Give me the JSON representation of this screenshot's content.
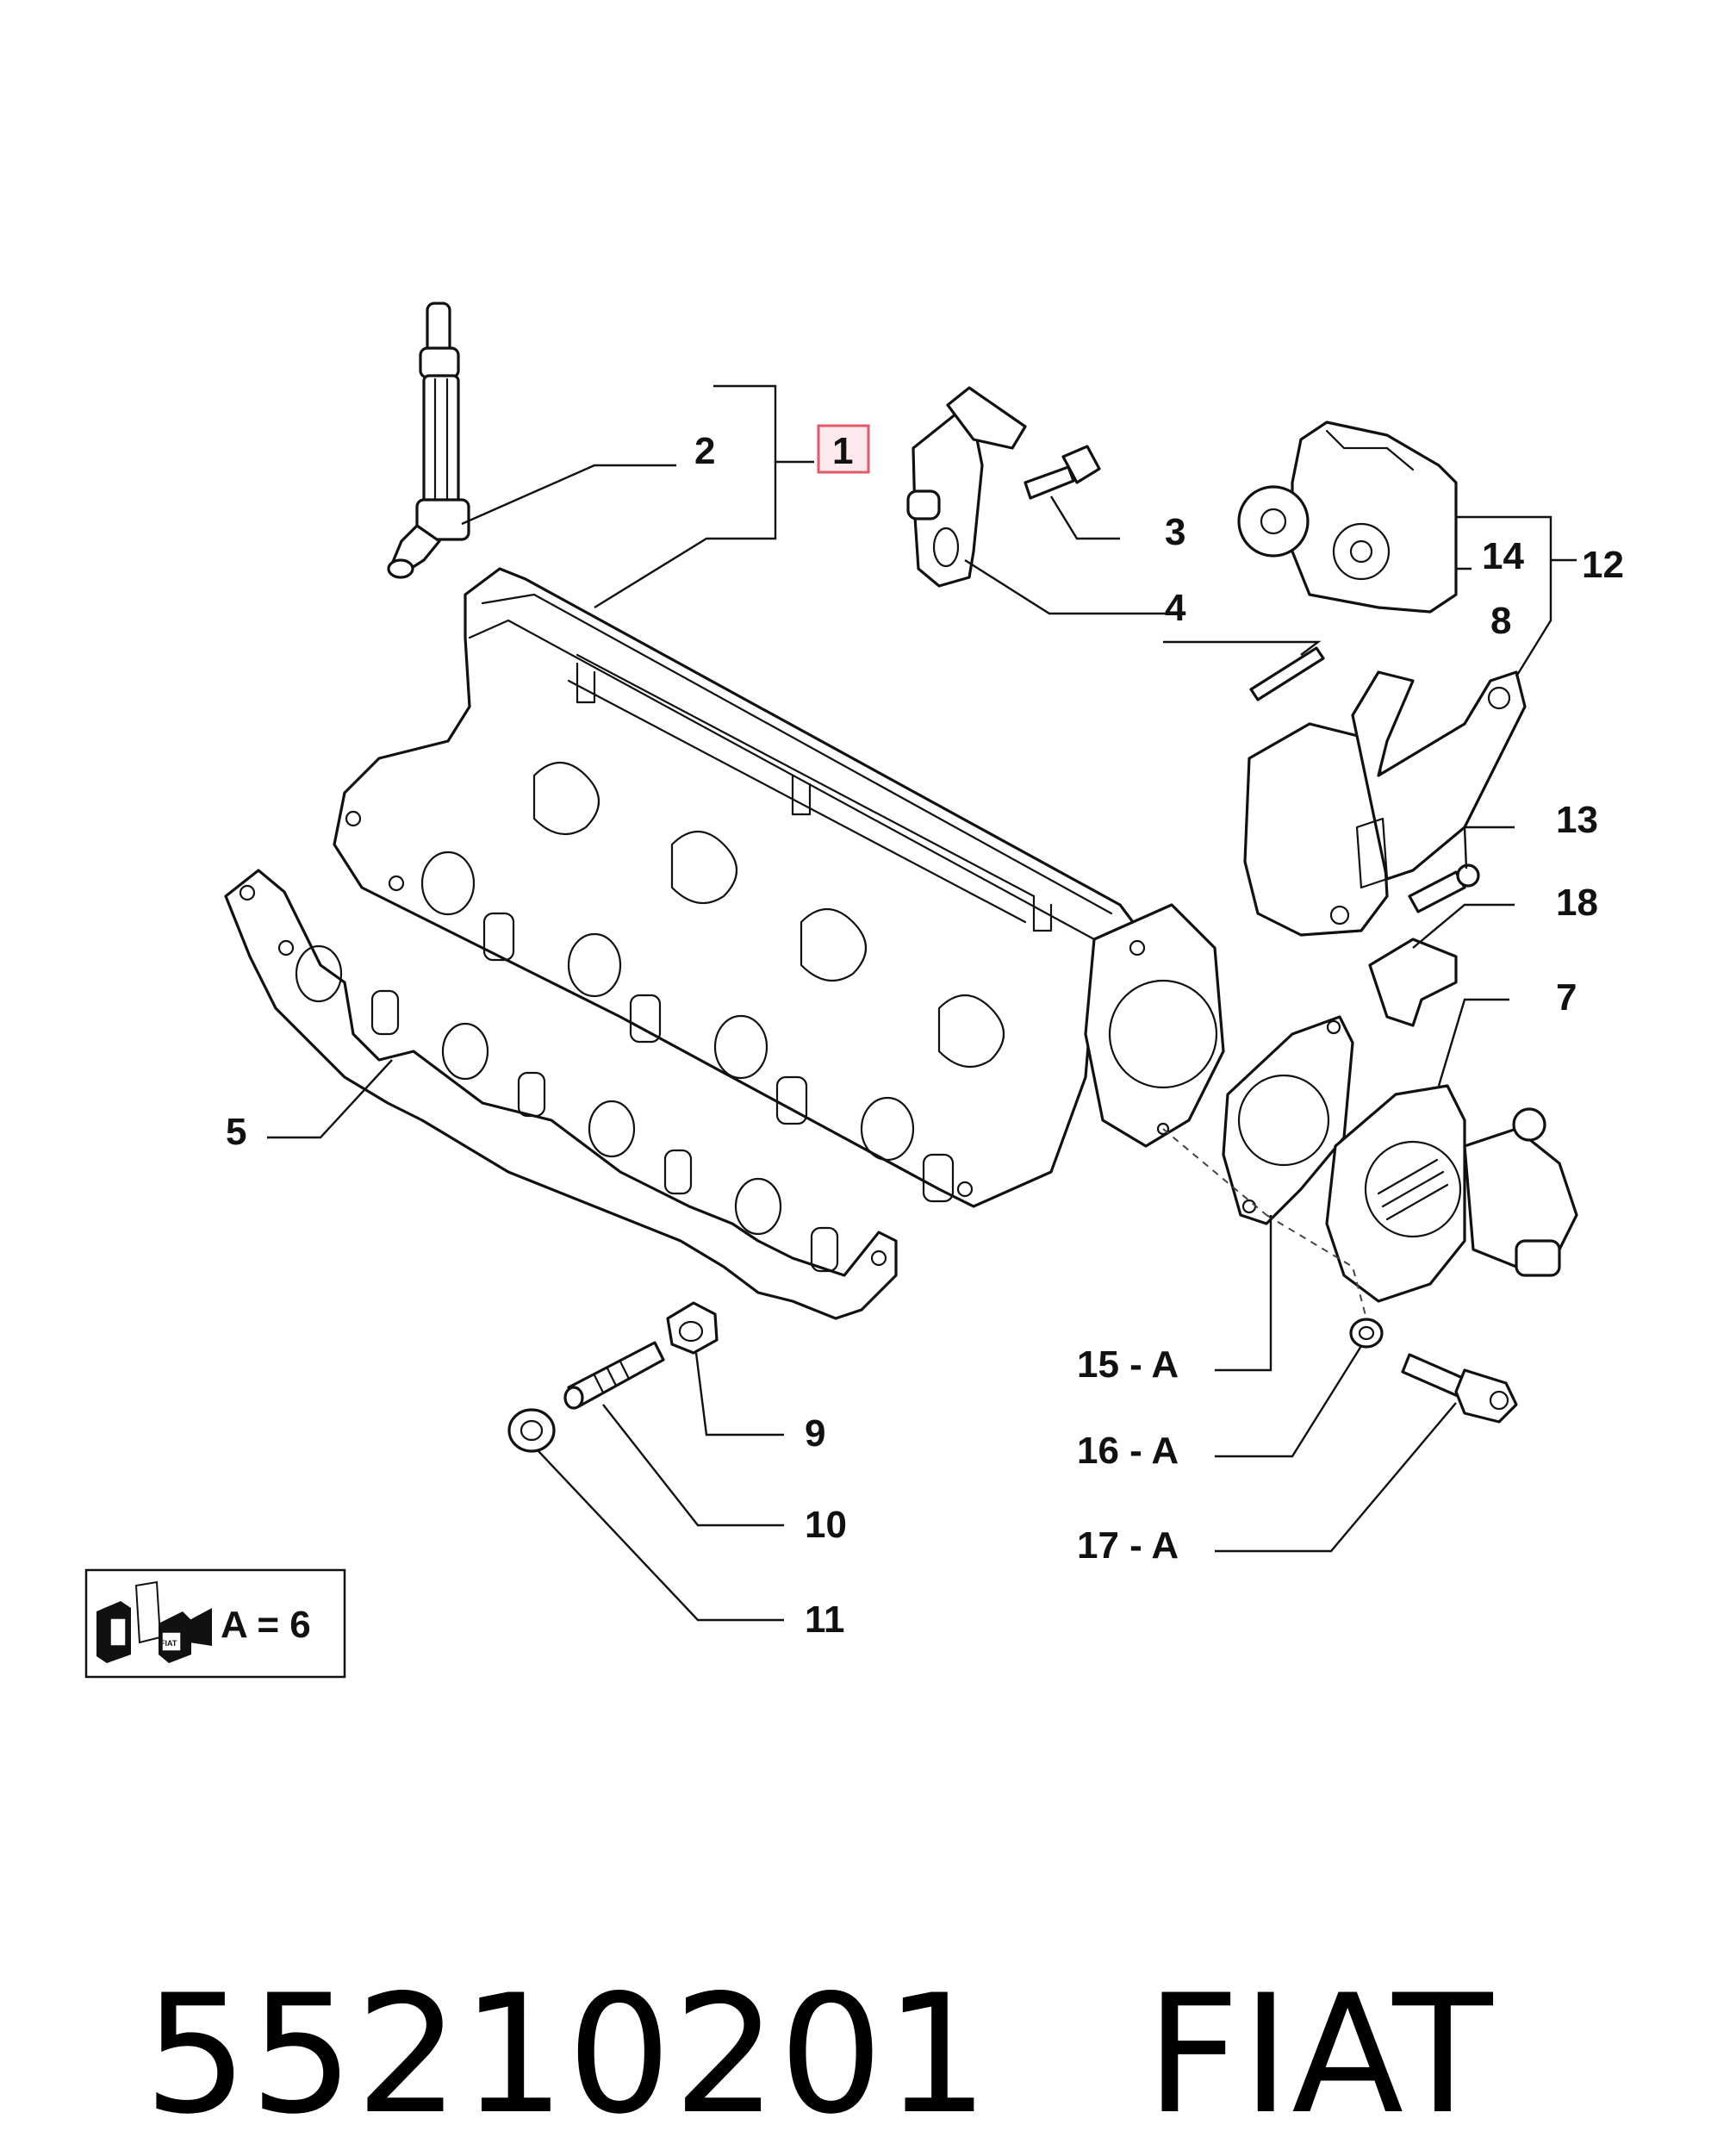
{
  "callouts": {
    "c1": "1",
    "c2": "2",
    "c3": "3",
    "c4": "4",
    "c5": "5",
    "c7": "7",
    "c8": "8",
    "c9": "9",
    "c10": "10",
    "c11": "11",
    "c12": "12",
    "c13": "13",
    "c14": "14",
    "c15": "15 - A",
    "c16": "16 - A",
    "c17": "17 - A",
    "c18": "18"
  },
  "legend": {
    "text": "A = 6",
    "icon_text": "FIAT"
  },
  "footer": {
    "part_number": "55210201",
    "brand": "FIAT"
  },
  "colors": {
    "highlight_box": "#e05a6a",
    "line": "#111111"
  }
}
